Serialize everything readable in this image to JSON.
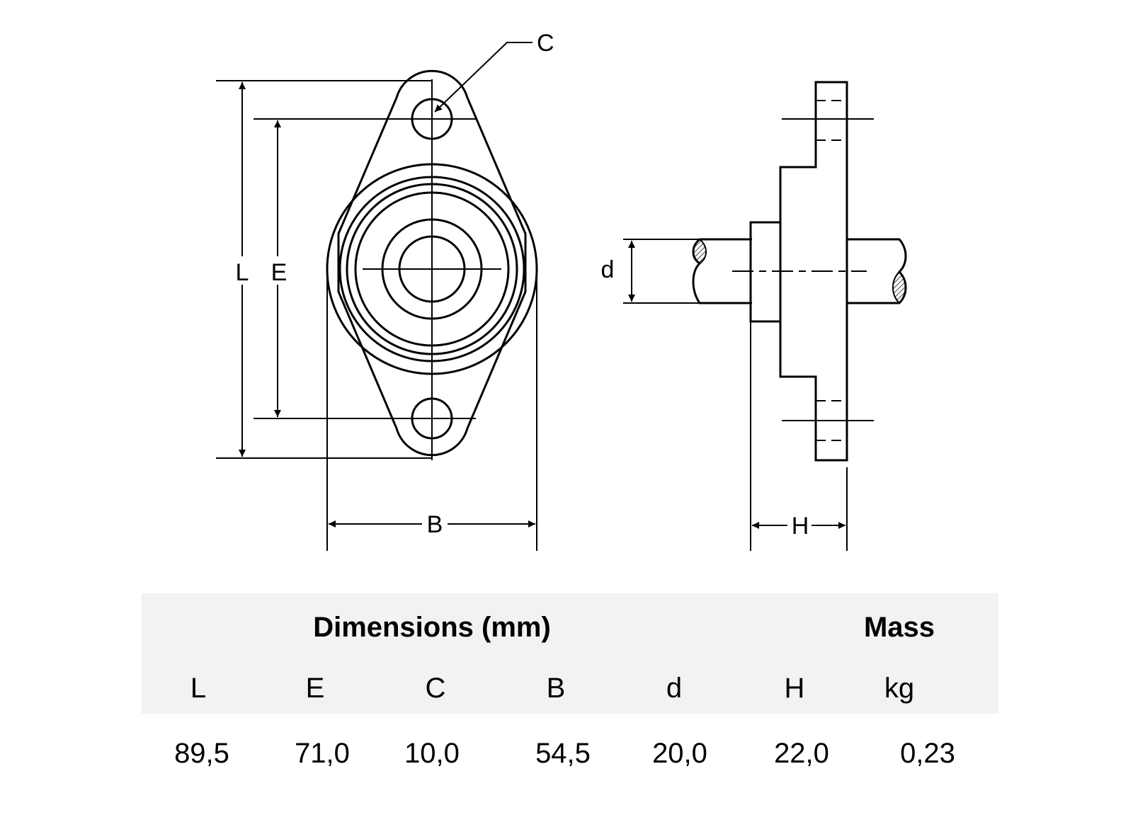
{
  "drawing": {
    "labels": {
      "L": "L",
      "E": "E",
      "C": "C",
      "B": "B",
      "d": "d",
      "H": "H"
    }
  },
  "table": {
    "group_header": "Dimensions (mm)",
    "mass_header": "Mass",
    "columns": [
      "L",
      "E",
      "C",
      "B",
      "d",
      "H",
      "kg"
    ],
    "values": [
      "89,5",
      "71,0",
      "10,0",
      "54,5",
      "20,0",
      "22,0",
      "0,23"
    ]
  }
}
